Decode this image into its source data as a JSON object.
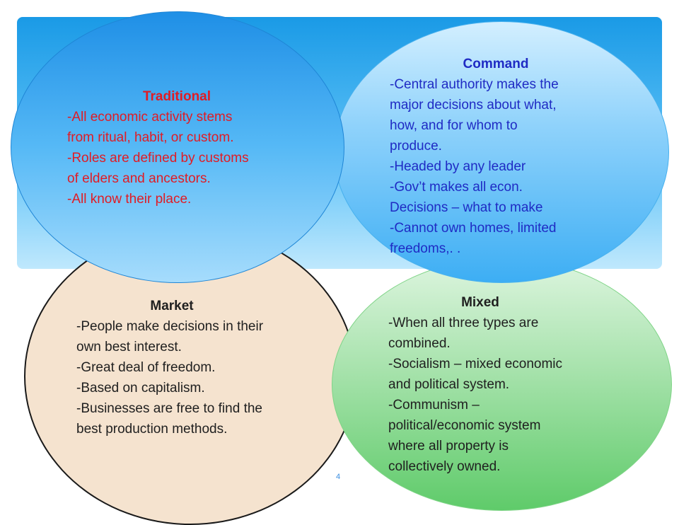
{
  "traditional": {
    "title": "Traditional",
    "lines": [
      "-All economic activity stems",
      "from ritual, habit, or custom.",
      "-Roles are defined by customs",
      "of elders and ancestors.",
      "-All know their place."
    ]
  },
  "command": {
    "title": "Command",
    "lines": [
      "-Central authority makes the",
      "major decisions  about what,",
      "how, and for whom to",
      "produce.",
      "-Headed by any leader",
      "-Gov’t makes all econ.",
      "Decisions – what to make",
      "-Cannot own homes, limited",
      "freedoms,. ."
    ]
  },
  "market": {
    "title": "Market",
    "lines": [
      "-People make decisions in their",
      "own best interest.",
      "-Great deal of freedom.",
      "-Based on capitalism.",
      "-Businesses are free to find the",
      "best production methods."
    ]
  },
  "mixed": {
    "title": "Mixed",
    "lines": [
      "-When all three types are",
      "combined.",
      "-Socialism – mixed economic",
      "and political system.",
      "-Communism –",
      "political/economic system",
      "where all property is",
      "collectively owned."
    ]
  },
  "page_number": "4"
}
